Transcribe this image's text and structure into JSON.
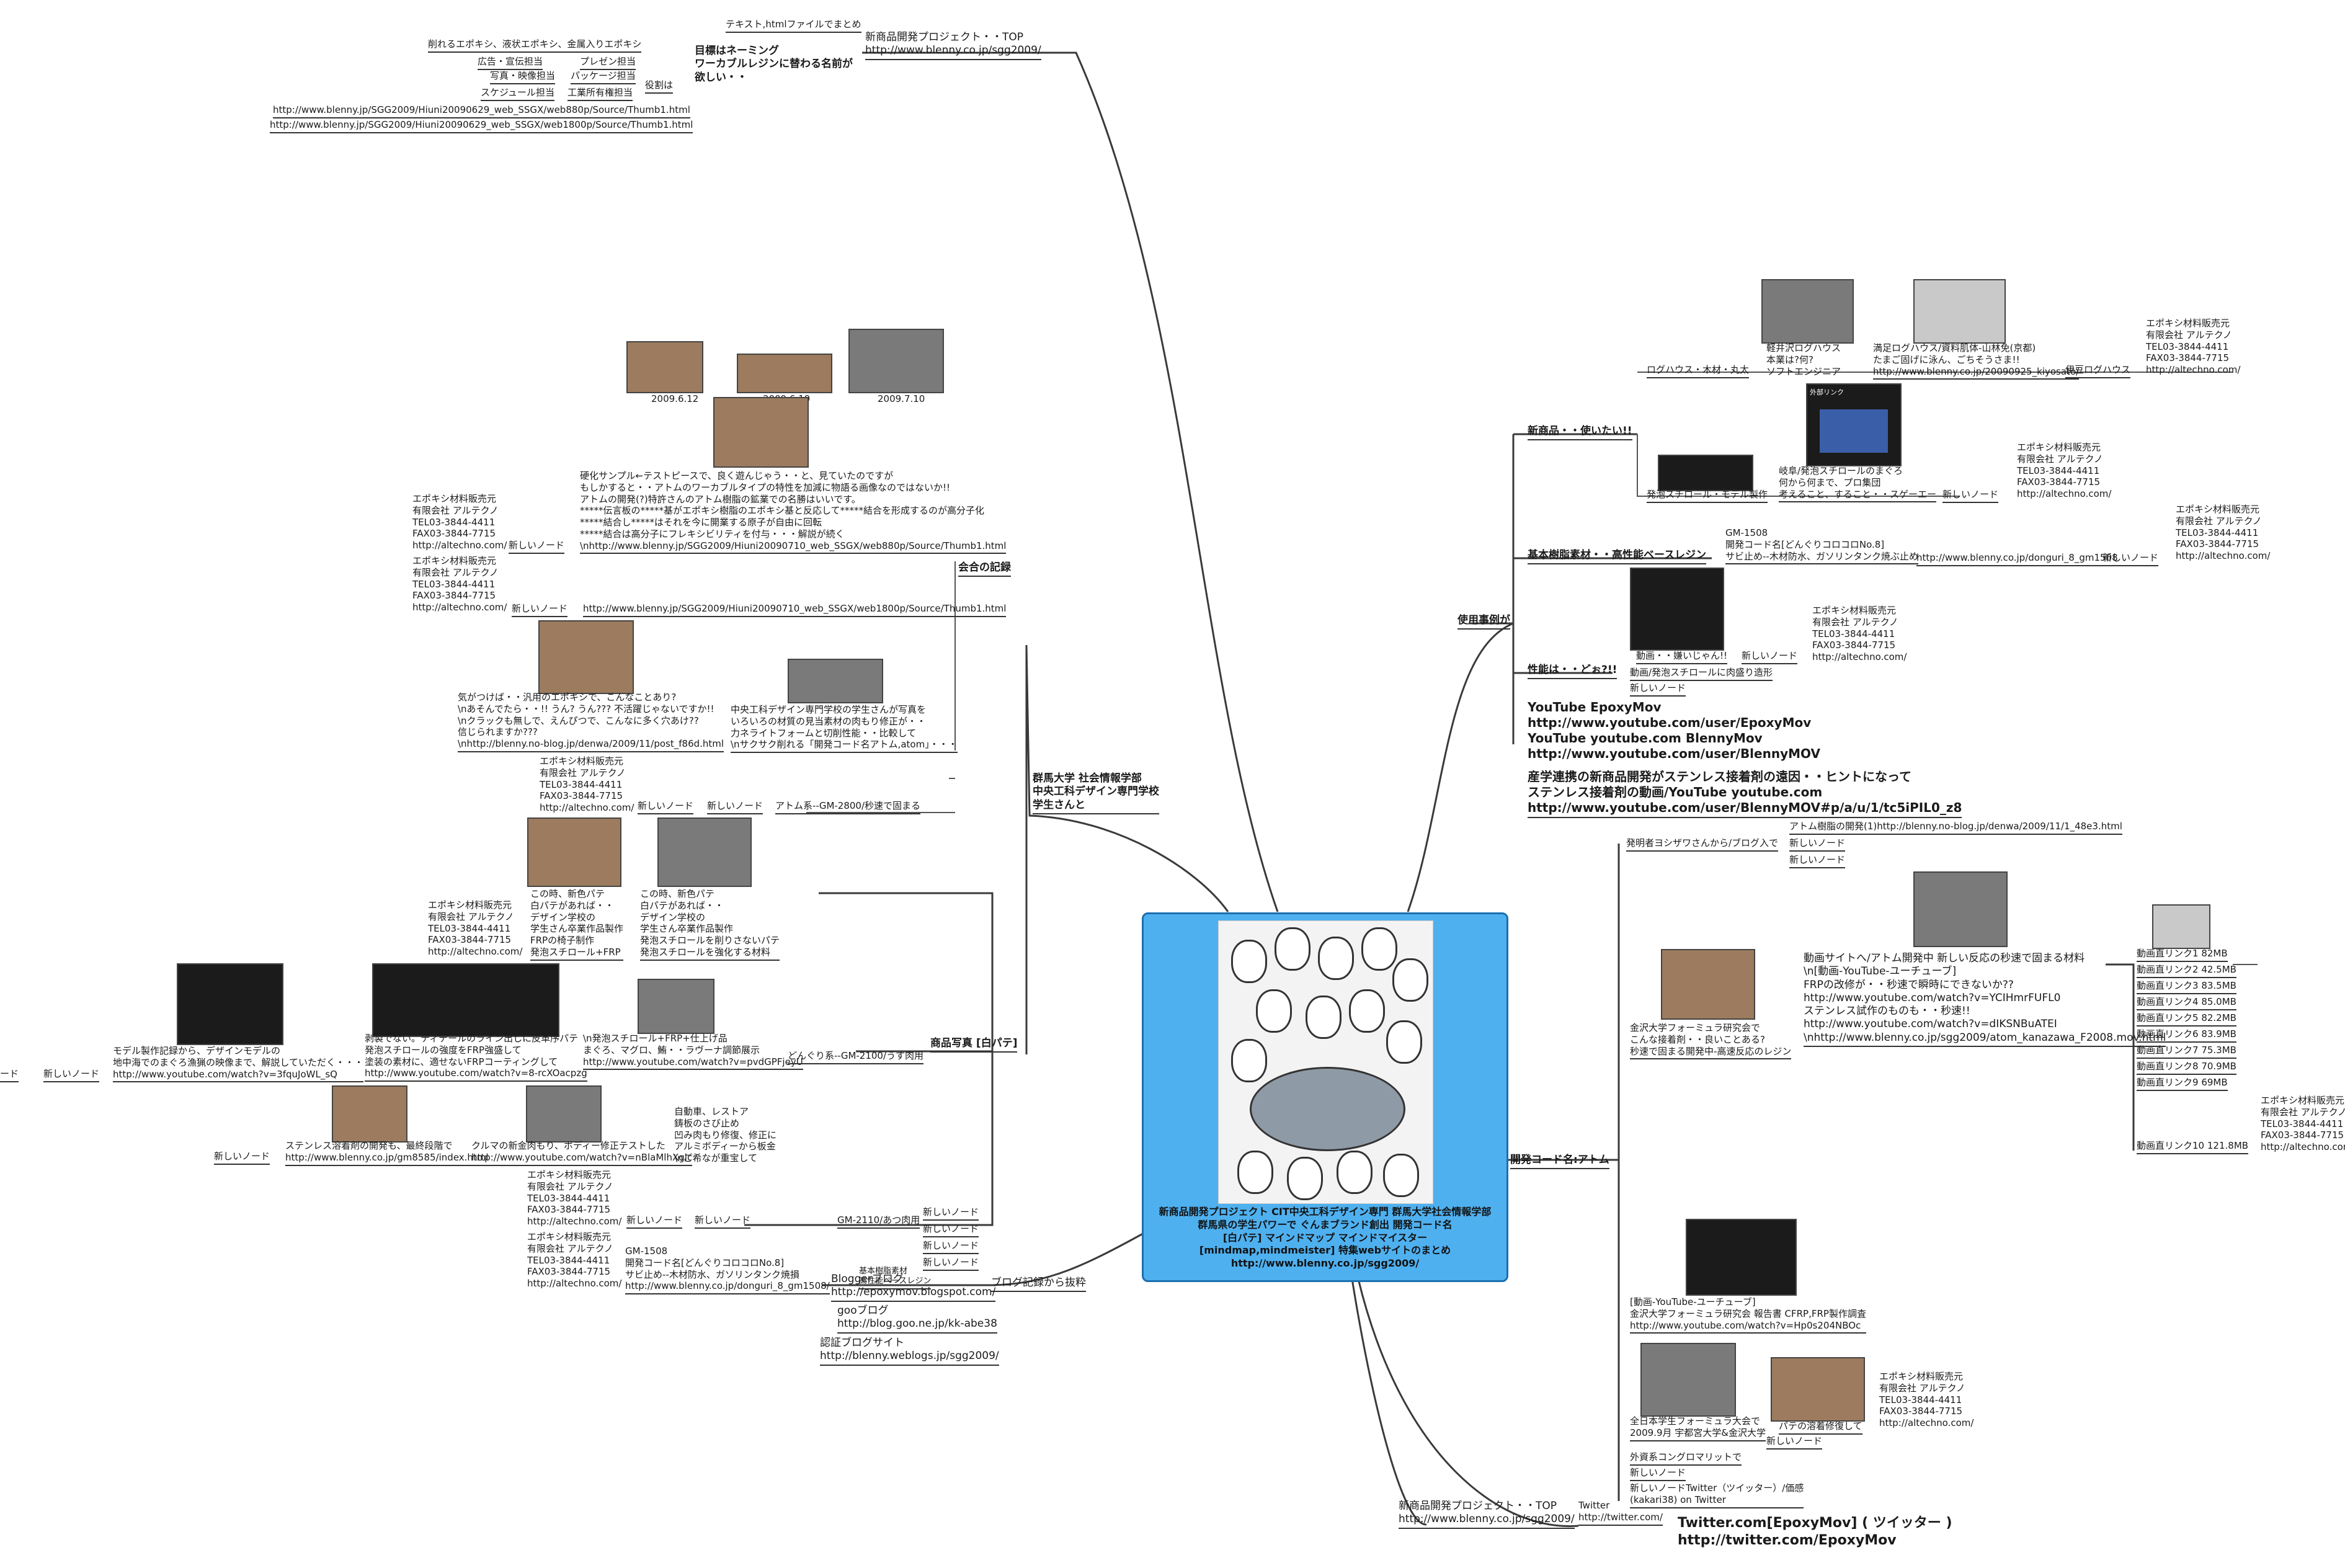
{
  "center": {
    "caption": "新商品開発プロジェクト CIT中央工科デザイン専門 群馬大学社会情報学部\n群馬県の学生パワーで ぐんまブランド創出 開発コード名\n[白パテ] マインドマップ マインドマイスター\n[mindmap,mindmeister] 特集webサイトのまとめ\nhttp://www.blenny.co.jp/sgg2009/"
  },
  "top": {
    "title": "新商品開発プロジェクト・・TOP\nhttp://www.blenny.co.jp/sgg2009/",
    "text_file": "テキスト,htmlファイルでまとめ",
    "goal": "目標はネーミング\nワーカブルレジンに替わる名前が\n欲しい・・",
    "role_label": "役割は",
    "roles": [
      "削れるエポキシ、液状エポキシ、金属入りエポキシ",
      "広告・宣伝担当",
      "プレゼン担当",
      "写真・映像担当",
      "パッケージ担当",
      "スケジュール担当",
      "工業所有権担当"
    ],
    "url1": "http://www.blenny.jp/SGG2009/Hiuni20090629_web_SSGX/web880p/Source/Thumb1.html",
    "url2": "http://www.blenny.jp/SGG2009/Hiuni20090629_web_SSGX/web1800p/Source/Thumb1.html"
  },
  "left": {
    "gunma": "群馬大学 社会情報学部\n中央工科デザイン専門学校\n学生さんと",
    "meeting": "会合の記録",
    "dates": [
      "2009.6.12",
      "2009.6.19",
      "2009.7.10"
    ],
    "meeting_text": "硬化サンプル←テストピースで、良く遊んじゃう・・と、見ていたのですが\nもしかすると・・アトムのワーカブルタイプの特性を加減に物語る画像なのではないか!!\nアトムの開発(?)特許さんのアトム樹脂の鉱業での名勝はいいです。\n*****伝言板の*****基がエポキシ樹脂のエポキシ基と反応して*****結合を形成するのが高分子化\n*****結合し*****はそれを今に開業する原子が自由に回転\n*****結合は高分子にフレキシビリティを付与・・・解説が続く\n\\nhttp://www.blenny.jp/SGG2009/Hiuni20090710_web_SSGX/web880p/Source/Thumb1.html",
    "contact": "エポキシ材料販売元\n有限会社 アルテクノ\nTEL03-3844-4411\nFAX03-3844-7715\nhttp://altechno.com/",
    "new_node": "新しいノード",
    "url3": "http://www.blenny.jp/SGG2009/Hiuni20090710_web_SSGX/web1800p/Source/Thumb1.html",
    "blog_quote1": "気がつけば・・汎用のエポキシで、こんなことあり?\n\\nあそんでたら・・!! うん? うん??? 不活躍じゃないですか!!\n\\nクラックも無しで、えんぴつで、こんなに多く穴あけ??\n信じられますか???\n\\nhttp://blenny.no-blog.jp/denwa/2009/11/post_f86d.html",
    "blog_quote2": "中央工科デザイン専門学校の学生さんが写真を\nいろいろの材質の見当素材の肉もり修正が・・\n力ネライトフォームと切削性能・・比較して\n\\nサクサク削れる「開発コード名アトム,atom」・・・",
    "atom_2800": "アトム系--GM-2800/秒速で固まる",
    "photos": "商品写真 [白パテ]",
    "fish1": "この時、新色パテ\n白パテがあれば・・\nデザイン学校の\n学生さん卒業作品製作\nFRPの椅子制作\n発泡スチロール+FRP",
    "fish2": "この時、新色パテ\n白パテがあれば・・\nデザイン学校の\n学生さん卒業作品製作\n発泡スチロールを削りさないパテ\n発泡スチロールを強化する材料",
    "model": "モデル製作記録から、デザインモデルの\n地中海でのまぐろ漁猟の映像まで、解説していただく・・・\nhttp://www.youtube.com/watch?v=3fquJoWL_sQ",
    "tuna": "剥製でない。ティテールのライン出しに皮革序パテ\n発泡スチロールの強度をFRP強盛して\n塗装の素材に、適せないFRPコーティングして\nhttp://www.youtube.com/watch?v=8-rcXOacpzg",
    "model2": "\\n発泡スチロール+FRP+仕上げ品\nまぐろ、マグロ、鮪・・ラヴーナ調節展示\nhttp://www.youtube.com/watch?v=pvdGPFjeyU",
    "donguri": "どんぐり系--GM-2100/うす肉用",
    "stainless": "ステンレス溶着剤の開発も、最終段階で\nhttp://www.blenny.co.jp/gm8585/index.html",
    "car": "クルマの新金肉もり、ボディー修正テストした\nhttp://www.youtube.com/watch?v=nBlaMlhXglc",
    "car_text": "自動車、レストア\n鋳板のさび止め\n凹み肉もり修復、修正に\nアルミボディーから板金\n\\nご希なが重宝して",
    "gm2110": "GM-2110/あつ肉用",
    "gm1508": "GM-1508\n開発コード名[どんぐりコロコロNo.8]\nサビ止め--木材防水、ガソリンタンク焼損\nhttp://www.blenny.co.jp/donguri_8_gm1508/",
    "base": "基本樹脂素材\n高性能ペースレジン",
    "blog_from": "ブログ記録から抜粋",
    "blogger": "Bloggerブログ\nhttp://epoxymov.blogspot.com/",
    "goo": "gooブログ\nhttp://blog.goo.ne.jp/kk-abe38",
    "cert": "認証ブログサイト\nhttp://blenny.weblogs.jp/sgg2009/"
  },
  "right": {
    "usage": "使用事例が",
    "new_product": "新商品・・使いたい!!",
    "log": "ログハウス・木材・丸太",
    "log_caption1": "軽井沢ログハウス\n本業は?何?\nソフトエンジニア",
    "log_caption2": "満足ログハウス/資料肌体-山林免(京都)\nたまご固げに泳ん、ごちそうさま!!\nhttp://www.blenny.co.jp/20090925_kiyosato/",
    "izu": "伊豆ログハウス",
    "styro": "発泡スチロール・モデル製作",
    "styro_caption": "岐阜/発泡スチロールのまぐろ\n何から何まで、プロ集団\n考えること、すること・・スゲーエー",
    "link_label": "外部リンク",
    "base_resin": "基本樹脂素材・・高性能ベースレジン",
    "gm1508": "GM-1508\n開発コード名[どんぐりコロコロNo.8]\nサビ止め--木材防水、ガソリンタンク焼ぶ止め",
    "donguri_url": "http://www.blenny.co.jp/donguri_8_gm1508",
    "perf": "性能は・・どぉ?!!",
    "perf_video": "動画・・嫌いじゃん!!",
    "perf_styro": "動画/発泡スチロールに肉盛り造形",
    "yt1": "YouTube EpoxyMov\nhttp://www.youtube.com/user/EpoxyMov",
    "yt2": "YouTube youtube.com BlennyMov\nhttp://www.youtube.com/user/BlennyMOV",
    "yt3": "産学連携の新商品開発がステンレス接着剤の遠因・・ヒントになって\nステンレス接着剤の動画/YouTube youtube.com\nhttp://www.youtube.com/user/BlennyMOV#p/a/u/1/tc5iPIL0_z8",
    "atom": "開発コード名:アトム",
    "finder": "発明者ヨシザワさんから/ブログ入で",
    "atom_dev": "アトム樹脂の開発(1)http://blenny.no-blog.jp/denwa/2009/11/1_48e3.html",
    "kanazawa": "金沢大学フォーミュラ研究会で\nこんな接着剤・・良いことある?\n秒速で固まる開発中-高速反応のレジン\n",
    "video_text": "動画サイトへ/アトム開発中 新しい反応の秒速で固まる材料\n\\n[動画-YouTube-ユーチューブ]\nFRPの改修が・・秒速で瞬時にできないか??\nhttp://www.youtube.com/watch?v=YCIHmrFUFL0\nステンレス試作のものも・・秒速!!\nhttp://www.youtube.com/watch?v=dIKSNBuATEI\n\\nhttp://www.blenny.co.jp/sgg2009/atom_kanazawa_F2008.mov.html",
    "links": [
      {
        "label": "動画直リンク1",
        "size": "82MB"
      },
      {
        "label": "動画直リンク2",
        "size": "42.5MB"
      },
      {
        "label": "動画直リンク3",
        "size": "83.5MB"
      },
      {
        "label": "動画直リンク4",
        "size": "85.0MB"
      },
      {
        "label": "動画直リンク5",
        "size": "82.2MB"
      },
      {
        "label": "動画直リンク6",
        "size": "83.9MB"
      },
      {
        "label": "動画直リンク7",
        "size": "75.3MB"
      },
      {
        "label": "動画直リンク8",
        "size": "70.9MB"
      },
      {
        "label": "動画直リンク9",
        "size": "69MB"
      },
      {
        "label": "動画直リンク10",
        "size": "121.8MB"
      }
    ],
    "formula": "[動画-YouTube-ユーチューブ]\n金沢大学フォーミュラ研究会 報告書 CFRP,FRP製作調査\nhttp://www.youtube.com/watch?v=Hp0s204NBOc",
    "national": "全日本学生フォーミュラ大会で\n2009.9月 宇都宮大学&金沢大学",
    "repair": "パテの溶着修復して",
    "outside": "外資系コングロマリットで",
    "twitter_small": "新しいノードTwitter（ツイッター）/価感\n(kakari38) on Twitter",
    "proj_top": "新商品開発プロジェクト・・TOP\nhttp://www.blenny.co.jp/sgg2009/",
    "twitter": "Twitter\nhttp://twitter.com/",
    "twitter_epoxy": "Twitter.com[EpoxyMov] ( ツイッター )\nhttp://twitter.com/EpoxyMov"
  }
}
